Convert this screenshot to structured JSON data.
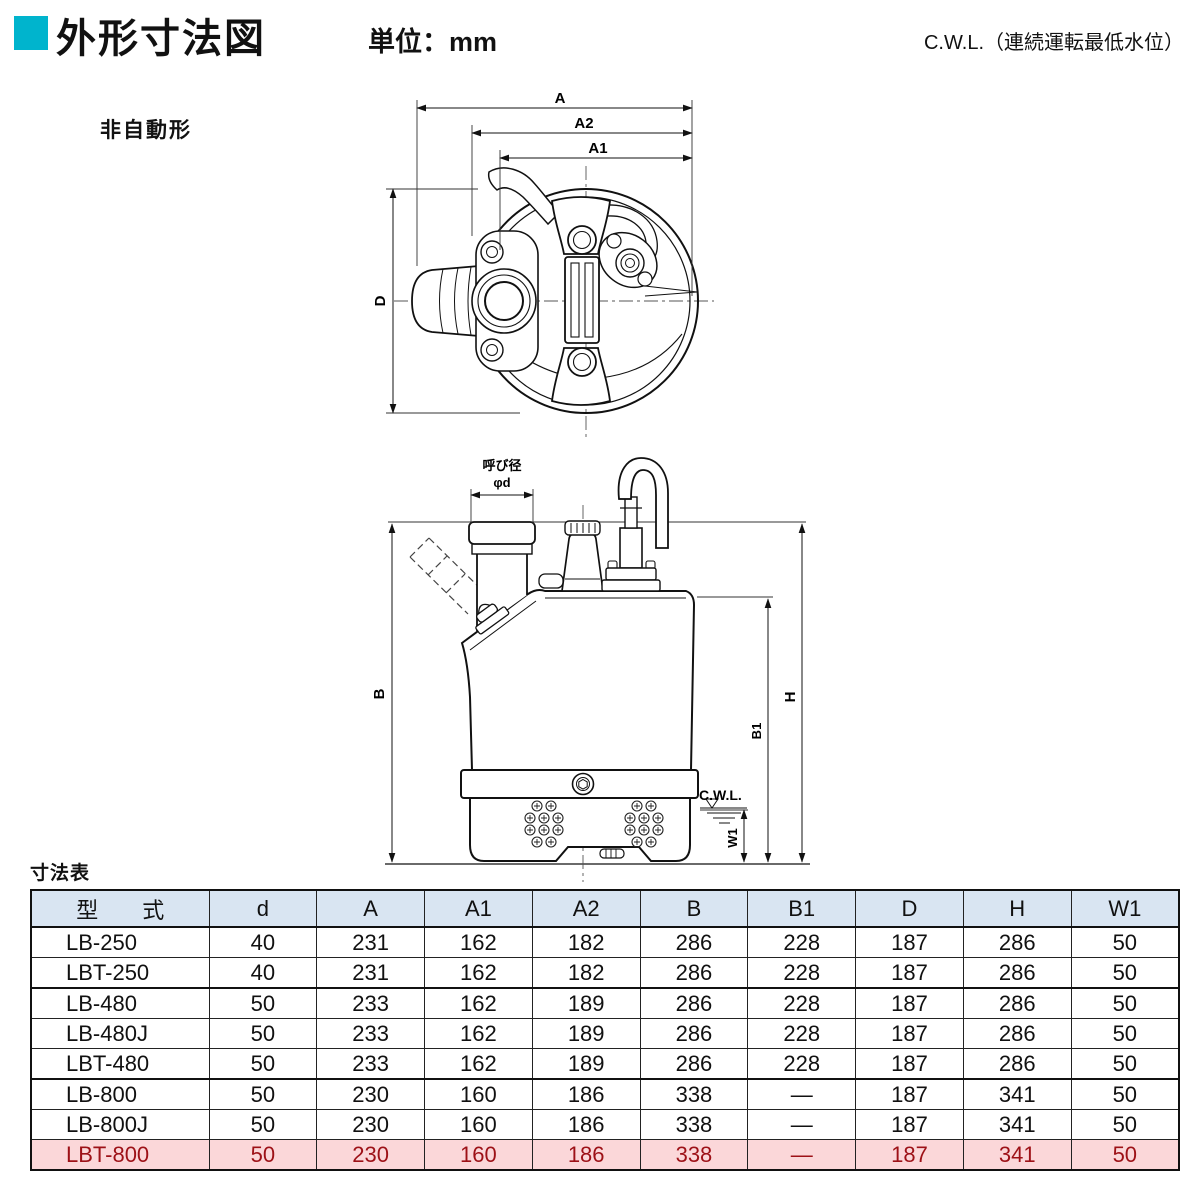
{
  "header": {
    "title": "外形寸法図",
    "unit_label": "単位：mm",
    "cwl_note": "C.W.L.（連続運転最低水位）",
    "accent_color": "#00b4cd"
  },
  "drawing": {
    "type_label": "非自動形",
    "top_view": {
      "dim_a": "A",
      "dim_a2": "A2",
      "dim_a1": "A1",
      "dim_d": "D"
    },
    "side_view": {
      "nominal_diameter_label": "呼び径",
      "nominal_diameter_symbol": "φd",
      "dim_b": "B",
      "dim_h": "H",
      "dim_b1": "B1",
      "dim_w1": "W1",
      "cwl_mark": "C.W.L."
    }
  },
  "table": {
    "caption": "寸法表",
    "columns": [
      "型　　式",
      "d",
      "A",
      "A1",
      "A2",
      "B",
      "B1",
      "D",
      "H",
      "W1"
    ],
    "rows": [
      {
        "model": "LB-250",
        "values": [
          "40",
          "231",
          "162",
          "182",
          "286",
          "228",
          "187",
          "286",
          "50"
        ],
        "highlighted": false
      },
      {
        "model": "LBT-250",
        "values": [
          "40",
          "231",
          "162",
          "182",
          "286",
          "228",
          "187",
          "286",
          "50"
        ],
        "highlighted": false
      },
      {
        "model": "LB-480",
        "values": [
          "50",
          "233",
          "162",
          "189",
          "286",
          "228",
          "187",
          "286",
          "50"
        ],
        "highlighted": false
      },
      {
        "model": "LB-480J",
        "values": [
          "50",
          "233",
          "162",
          "189",
          "286",
          "228",
          "187",
          "286",
          "50"
        ],
        "highlighted": false
      },
      {
        "model": "LBT-480",
        "values": [
          "50",
          "233",
          "162",
          "189",
          "286",
          "228",
          "187",
          "286",
          "50"
        ],
        "highlighted": false
      },
      {
        "model": "LB-800",
        "values": [
          "50",
          "230",
          "160",
          "186",
          "338",
          "—",
          "187",
          "341",
          "50"
        ],
        "highlighted": false
      },
      {
        "model": "LB-800J",
        "values": [
          "50",
          "230",
          "160",
          "186",
          "338",
          "—",
          "187",
          "341",
          "50"
        ],
        "highlighted": false
      },
      {
        "model": "LBT-800",
        "values": [
          "50",
          "230",
          "160",
          "186",
          "338",
          "—",
          "187",
          "341",
          "50"
        ],
        "highlighted": true
      }
    ],
    "colors": {
      "header_bg": "#d9e5f2",
      "highlight_bg": "#fbd7d9",
      "highlight_text": "#9d1117"
    }
  }
}
